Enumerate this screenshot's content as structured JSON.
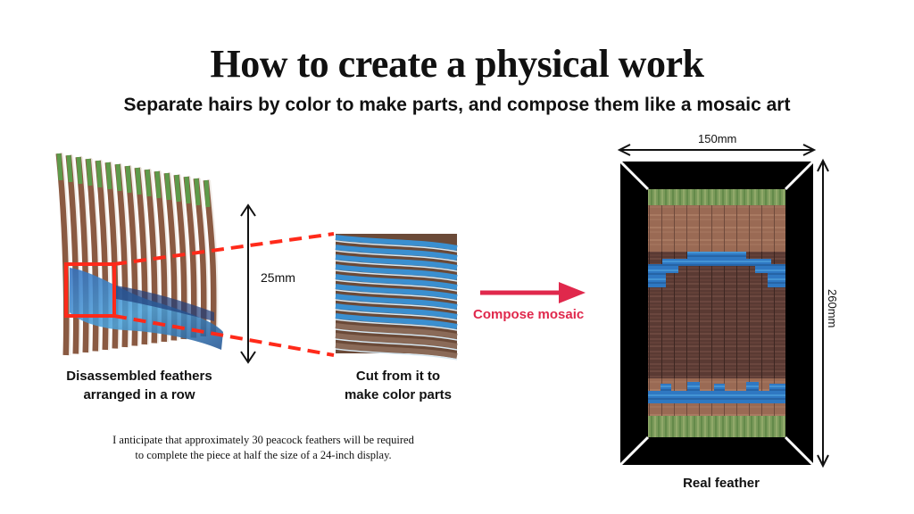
{
  "heading": {
    "title": "How to create a physical work",
    "subtitle": "Separate hairs by color to make parts, and compose them like a mosaic art"
  },
  "left_panel": {
    "feathers_caption_line1": "Disassembled feathers",
    "feathers_caption_line2": "arranged in a row",
    "dimension_label": "25mm",
    "cut_caption_line1": "Cut from it to",
    "cut_caption_line2": "make color parts",
    "note_line1": "I anticipate that approximately 30 peacock feathers will be required",
    "note_line2": "to complete the piece at half the size of a 24-inch display."
  },
  "arrow": {
    "label": "Compose mosaic",
    "color": "#e0284c"
  },
  "right_panel": {
    "width_label": "150mm",
    "height_label": "260mm",
    "caption": "Real feather",
    "frame_color": "#000000"
  },
  "colors": {
    "highlight_red": "#ff2a1a",
    "feather_blue": "#3a8fd0",
    "feather_brown": "#8a5a42",
    "feather_green": "#5e9a4a"
  }
}
